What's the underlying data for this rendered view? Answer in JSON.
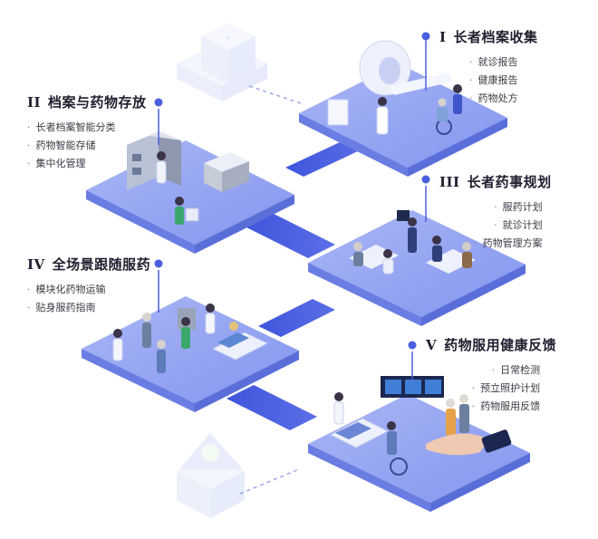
{
  "sections": [
    {
      "num": "I",
      "title": "长者档案收集",
      "items": [
        "就诊报告",
        "健康报告",
        "药物处方"
      ]
    },
    {
      "num": "II",
      "title": "档案与药物存放",
      "items": [
        "长者档案智能分类",
        "药物智能存储",
        "集中化管理"
      ]
    },
    {
      "num": "III",
      "title": "长者药事规划",
      "items": [
        "服药计划",
        "就诊计划",
        "药物管理方案"
      ]
    },
    {
      "num": "IV",
      "title": "全场景跟随服药",
      "items": [
        "模块化药物运输",
        "贴身服药指南"
      ]
    },
    {
      "num": "V",
      "title": "药物服用健康反馈",
      "items": [
        "日常检测",
        "预立照护计划",
        "药物服用反馈"
      ]
    }
  ],
  "colors": {
    "platform_top": "#8b9cf0",
    "platform_side": "#6a7de3",
    "connector": "#4f63e0",
    "pin": "#4a5ee0",
    "accent": "#2c3fc9"
  }
}
